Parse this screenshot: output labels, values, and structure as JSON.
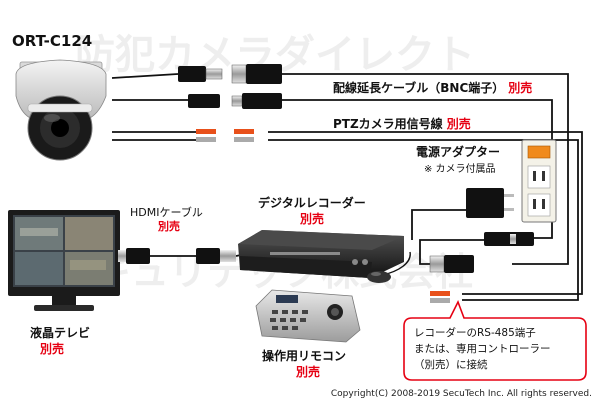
{
  "camera": {
    "model": "ORT-C124"
  },
  "watermark": {
    "line1": "防犯カメラダイレクト",
    "line2": "セキュリテック株式会社"
  },
  "labels": {
    "bnc_cable": "配線延長ケーブル（BNC端子）",
    "bnc_cable_note": "別売",
    "ptz_cable": "PTZカメラ用信号線",
    "ptz_cable_note": "別売",
    "power_adapter": "電源アダプター",
    "power_adapter_note": "※ カメラ付属品",
    "hdmi_cable": "HDMIケーブル",
    "hdmi_cable_note": "別売",
    "recorder": "デジタルレコーダー",
    "recorder_note": "別売",
    "tv": "液晶テレビ",
    "tv_note": "別売",
    "remote": "操作用リモコン",
    "remote_note": "別売",
    "callout_line1": "レコーダーのRS-485端子",
    "callout_line2": "または、専用コントローラー",
    "callout_line3": "（別売）に接続"
  },
  "copyright": "Copyright(C) 2008-2019 SecuTech Inc. All rights reserved.",
  "colors": {
    "accent_red": "#e60012",
    "cable": "#111111",
    "plug_orange": "#e8501a"
  }
}
